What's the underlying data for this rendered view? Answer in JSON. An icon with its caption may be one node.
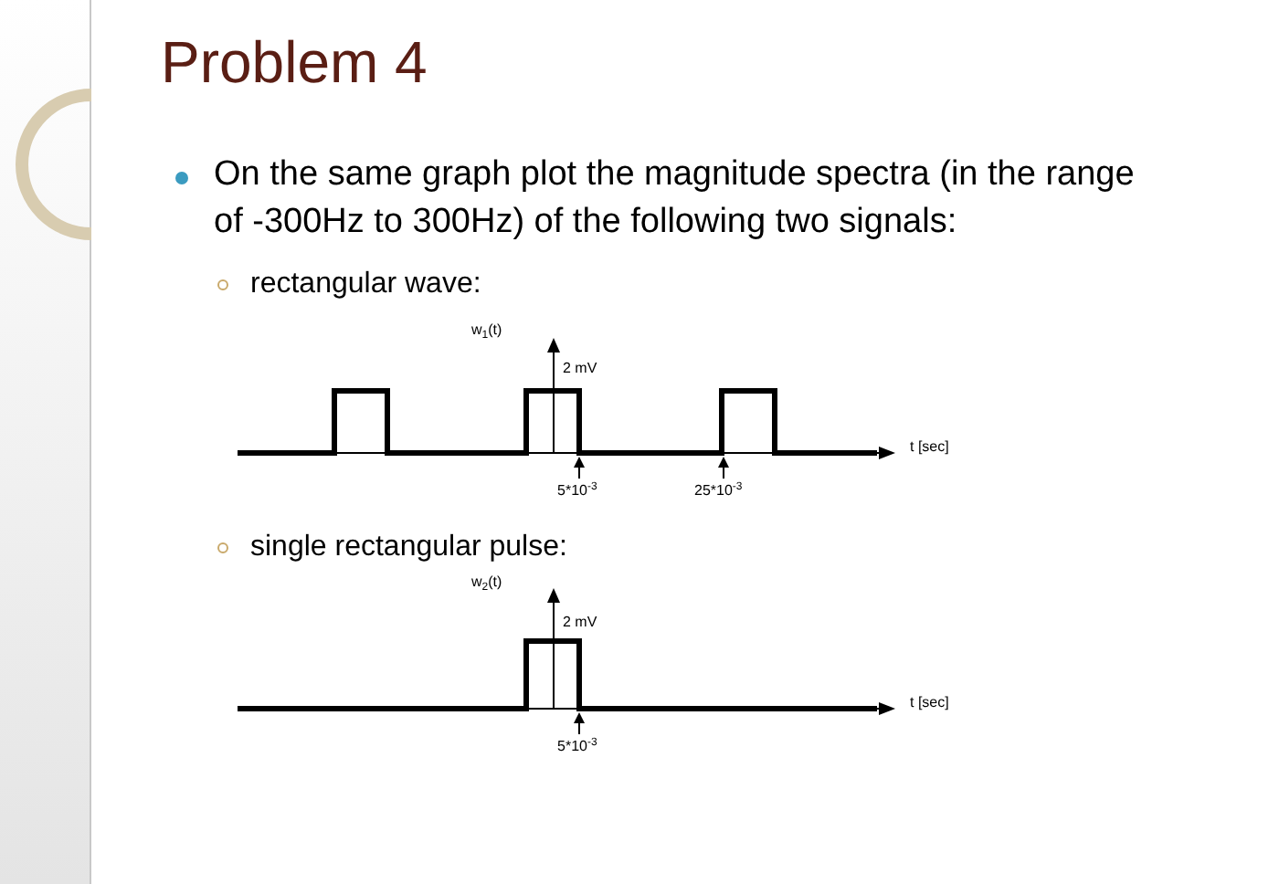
{
  "diagram": {
    "title": "Problem 4",
    "labels": [
      "On the same graph plot the magnitude spectra (in the range of -300Hz to 300Hz) of the following two signals:",
      "rectangular wave:",
      "w$_{1}$(t)",
      "2 mV",
      "t [sec]",
      "5*10$^{-3}$",
      "25*10$^{-3}$",
      "single rectangular pulse:",
      "w$_{2}$(t)",
      "2 mV",
      "t [sec]",
      "5*10$^{-3}$"
    ]
  }
}
